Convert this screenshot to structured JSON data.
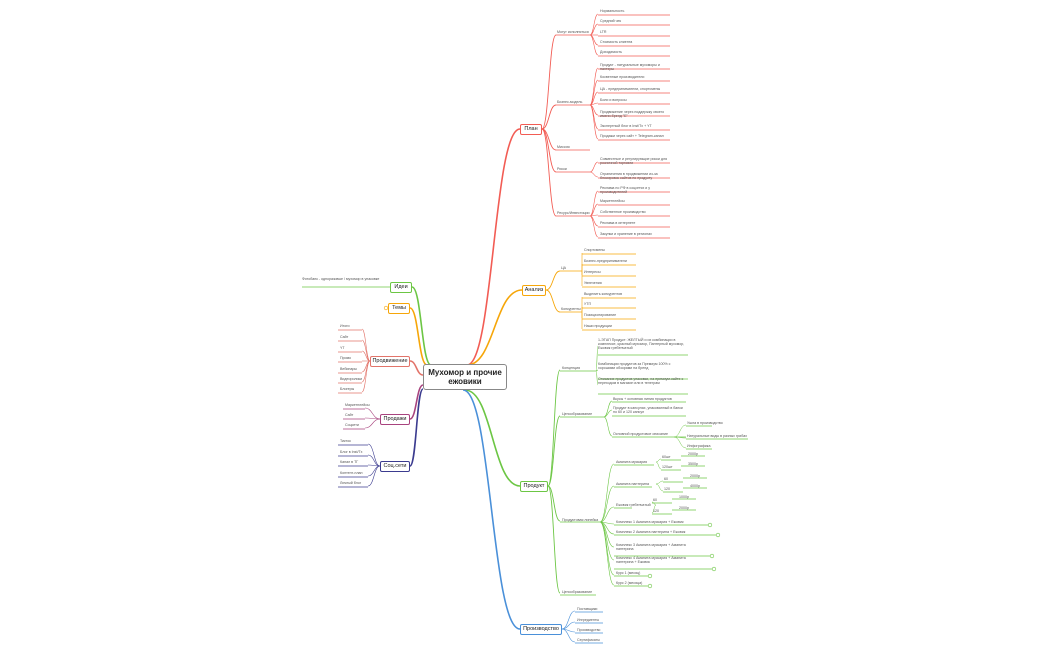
{
  "center": {
    "title": "Мухомор и прочие ежовики"
  },
  "colors": {
    "plan": "#f25c54",
    "analysis": "#f6a609",
    "product": "#6cc644",
    "production": "#4a90d9",
    "ideas": "#6cc644",
    "themes": "#f6a609",
    "promotion": "#e2746a",
    "sales": "#a8437e",
    "social": "#3b3b8f"
  },
  "branches": {
    "plan": {
      "label": "План",
      "children": [
        {
          "label": "Могут исполняться",
          "children": [
            "Нормальность",
            "Средний чек",
            "LTR",
            "Стоимость клиента",
            "Доходимость"
          ]
        },
        {
          "label": "Бизнес-модель",
          "children": [
            "Продукт - натуральные мухоморы и пантеры",
            "Косвенные производители",
            "ЦА - предприниматели, спортсмены",
            "Боли и вопросы",
            "Продвижение через поддержку своего имени-бренд \"Е\"",
            "Экспертный блог в Inst/Tx + YT",
            "Продажи через сайт + Telegram-канал"
          ]
        },
        {
          "label": "Миссия",
          "children": []
        },
        {
          "label": "Риски",
          "children": [
            "Совместные и регулирующие риски для розничной торговли",
            "Ограничения в продвижении из-за блокировок сайтов по продукту"
          ]
        },
        {
          "label": "Ресурс/Инвестиции",
          "children": [
            "Реклама по РФ в соцсетях и у производителей",
            "Маркетплейсы",
            "Собственное производство",
            "Реклама в интернете",
            "Закупки и хранение в регионах"
          ]
        }
      ]
    },
    "analysis": {
      "label": "Анализ",
      "children": [
        {
          "label": "ЦА",
          "children": [
            "Спортсмены",
            "Бизнес-предприниматели",
            "Интересы",
            "Увлечения"
          ]
        },
        {
          "label": "Конкуренты",
          "children": [
            "Выделить конкурентов",
            "УТП",
            "Позиционирование",
            "Наши продукции"
          ]
        }
      ]
    },
    "product": {
      "label": "Продукт",
      "children": [
        {
          "label": "Концепция",
          "children": [
            "1-ЭТАП Продукт: ЖЕЛТЫЙ и их комбинации в комплексе, красный мухомор, Пантерный мухомор, Ежовик гребенчатый",
            "Комбинации продуктов за Премиум 100% с хорошими обзорами на бренд",
            "Описание продуктов упаковки, на премиум-сайте с переходом в магазин или в телеграм"
          ]
        },
        {
          "label": "Ценообразование",
          "children": [
            "Вкусы + основная линия продуктов",
            "Продукт в капсулах, упакованный в банки по 60 и 120 капсул",
            "Основной продуктовое описание"
          ]
        },
        {
          "label": "Продуктовая линейка",
          "children": [
            "Аманита мускария",
            "Аманита пантерина",
            "Ежовик гребенчатый",
            "Комплекс 1 Аманита мускария + Ежовик",
            "Комплекс 2 Аманита пантерина + Ежовик",
            "Комплекс 3 Аманита мускария + Аманита пантерина",
            "Комплекс 4 Аманита мускария + Аманита пантерина + Ежовик",
            "Курс 1 (месяц)",
            "Курс 2 (месяца)"
          ]
        },
        {
          "label": "Ценообразование",
          "children": []
        }
      ],
      "price_items": [
        "Ушла в производство",
        "Натуральные виды в разных грибах",
        "Инфографика"
      ],
      "prices": [
        [
          "60шт",
          "2000р"
        ],
        [
          "120шт",
          "3500р"
        ],
        [
          "60",
          "2000р"
        ],
        [
          "120",
          "4000р"
        ],
        [
          "60",
          "1000р"
        ],
        [
          "120",
          "2000р"
        ]
      ]
    },
    "production": {
      "label": "Производство",
      "children": [
        "Поставщики",
        "Ингредиенты",
        "Производство",
        "Сертификаты"
      ]
    },
    "ideas": {
      "label": "Идеи",
      "children": [
        "Фотобанк - одноразовые / мухомор в упаковке"
      ]
    },
    "themes": {
      "label": "Темы",
      "children": []
    },
    "promotion": {
      "label": "Продвижение",
      "children": [
        "Итоги",
        "Сайт",
        "YT",
        "Промо",
        "Вебинары",
        "Видеоролики",
        "Блогеры"
      ]
    },
    "sales": {
      "label": "Продажи",
      "children": [
        "Маркетплейсы",
        "Сайт",
        "Соцсети"
      ]
    },
    "social": {
      "label": "Соц.сети",
      "children": [
        "Тикток",
        "Блог в Inst/Tx",
        "Канал в ТГ",
        "Контент-план",
        "Личный блог"
      ]
    }
  }
}
